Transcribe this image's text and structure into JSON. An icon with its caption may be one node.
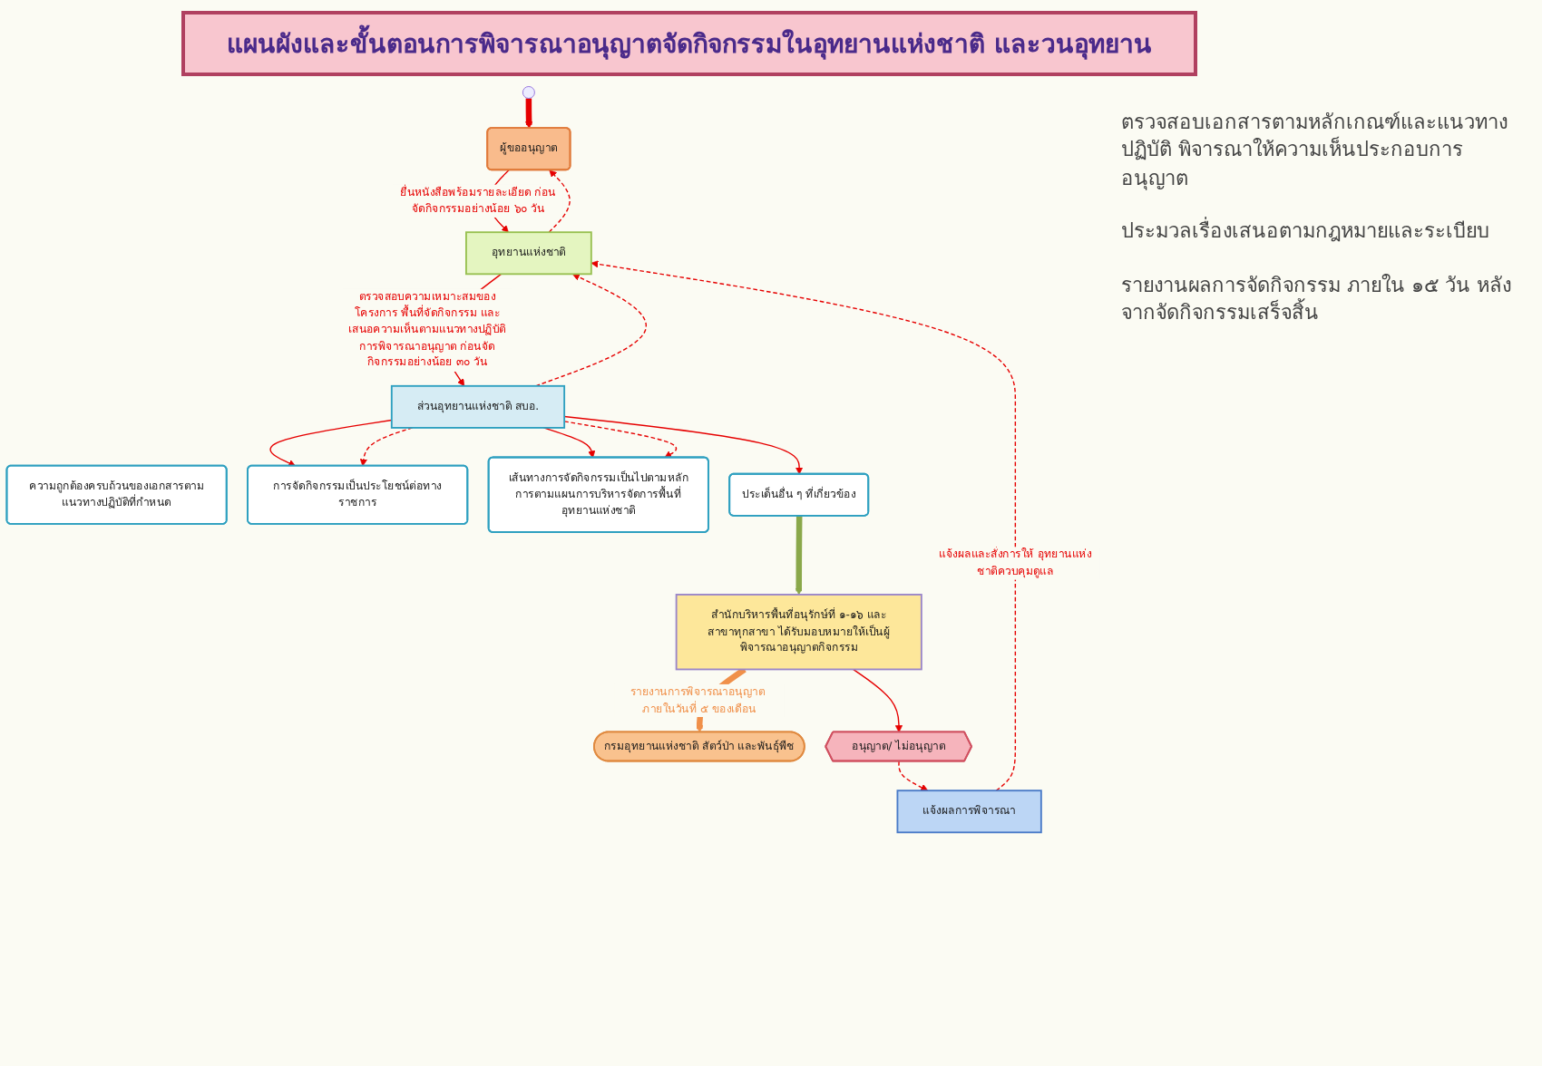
{
  "diagram": {
    "title": "แผนผังและขั้นตอนการพิจารณาอนุญาตจัดกิจกรรมในอุทยานแห่งชาติ และวนอุทยาน",
    "nodes": [
      {
        "text": [
          "ผู้ขออนุญาต"
        ]
      },
      {
        "text": [
          "อุทยานแห่งชาติ"
        ]
      },
      {
        "text": [
          "ส่วนอุทยานแห่งชาติ สบอ."
        ]
      },
      {
        "text": [
          "ความถูกต้องครบถ้วนของเอกสารตามแนวทางปฏิบัติที่กำหนด"
        ]
      },
      {
        "text": [
          "การจัดกิจกรรมเป็นประโยชน์ต่อทางราชการ"
        ]
      },
      {
        "text": [
          "เส้นทางการจัดกิจกรรมเป็นไปตามหลักการตามแผนการบริหารจัดการพื้นที่อุทยานแห่งชาติ"
        ]
      },
      {
        "text": [
          "ประเด็นอื่น ๆ ที่เกี่ยวข้อง"
        ]
      },
      {
        "text": [
          "สำนักบริหารพื้นที่อนุรักษ์ที่ ๑-๑๖ และสาขาทุกสาขา ได้รับมอบหมายให้เป็นผู้พิจารณาอนุญาตกิจกรรม"
        ]
      },
      {
        "text": [
          "กรมอุทยานแห่งชาติ สัตว์ป่า และพันธุ์พืช"
        ]
      },
      {
        "text": [
          "อนุญาต/ ไม่อนุญาต"
        ]
      },
      {
        "text": [
          "แจ้งผลการพิจารณา"
        ]
      }
    ],
    "edges": [
      {
        "from": null,
        "to": 0,
        "arrow": "to",
        "style": "thick"
      },
      {
        "from": 0,
        "to": 1,
        "arrow": "to",
        "label": "ยื่นหนังสือพร้อมรายละเอียด ก่อนจัดกิจกรรมอย่างน้อย ๖๐ วัน"
      },
      {
        "from": 1,
        "to": 0,
        "arrow": "to",
        "style": "dashed"
      },
      {
        "from": 1,
        "to": 2,
        "arrow": "to",
        "label": "ตรวจสอบความเหมาะสมของโครงการ พื้นที่จัดกิจกรรม และเสนอความเห็นตามแนวทางปฏิบัติการพิจารณาอนุญาต ก่อนจัดกิจกรรมอย่างน้อย ๓๐ วัน"
      },
      {
        "from": 2,
        "to": 1,
        "arrow": "to",
        "style": "dashed"
      },
      {
        "from": 2,
        "to": 4,
        "arrow": "to"
      },
      {
        "from": 2,
        "to": 4,
        "arrow": "to",
        "style": "dashed"
      },
      {
        "from": 2,
        "to": 5,
        "arrow": "to"
      },
      {
        "from": 2,
        "to": 5,
        "arrow": "to",
        "style": "dashed"
      },
      {
        "from": 2,
        "to": 6,
        "arrow": "to"
      },
      {
        "from": 6,
        "to": 7,
        "arrow": "to",
        "style": "thick",
        "color": "#8aa84a"
      },
      {
        "from": 7,
        "to": 8,
        "arrow": "to",
        "style": "thick",
        "color": "#f0904a",
        "label": "รายงานการพิจารณาอนุญาต ภายในวันที่ ๕ ของเดือน"
      },
      {
        "from": 7,
        "to": 9,
        "arrow": "to"
      },
      {
        "from": 9,
        "to": 10,
        "arrow": "to",
        "style": "dashed"
      },
      {
        "from": 10,
        "to": 1,
        "arrow": "to",
        "style": "dashed",
        "label": "แจ้งผลและสั่งการให้ อุทยานแห่งชาติควบคุมดูแล"
      }
    ],
    "labels": [
      "ตรวจสอบเอกสารตามหลักเกณฑ์และแนวทางปฏิบัติ พิจารณาให้ความเห็นประกอบการอนุญาต",
      "ประมวลเรื่องเสนอตามกฎหมายและระเบียบ",
      "รายงานผลการจัดกิจกรรม ภายใน ๑๕ วัน หลังจากจัดกิจกรรมเสร็จสิ้น"
    ]
  }
}
